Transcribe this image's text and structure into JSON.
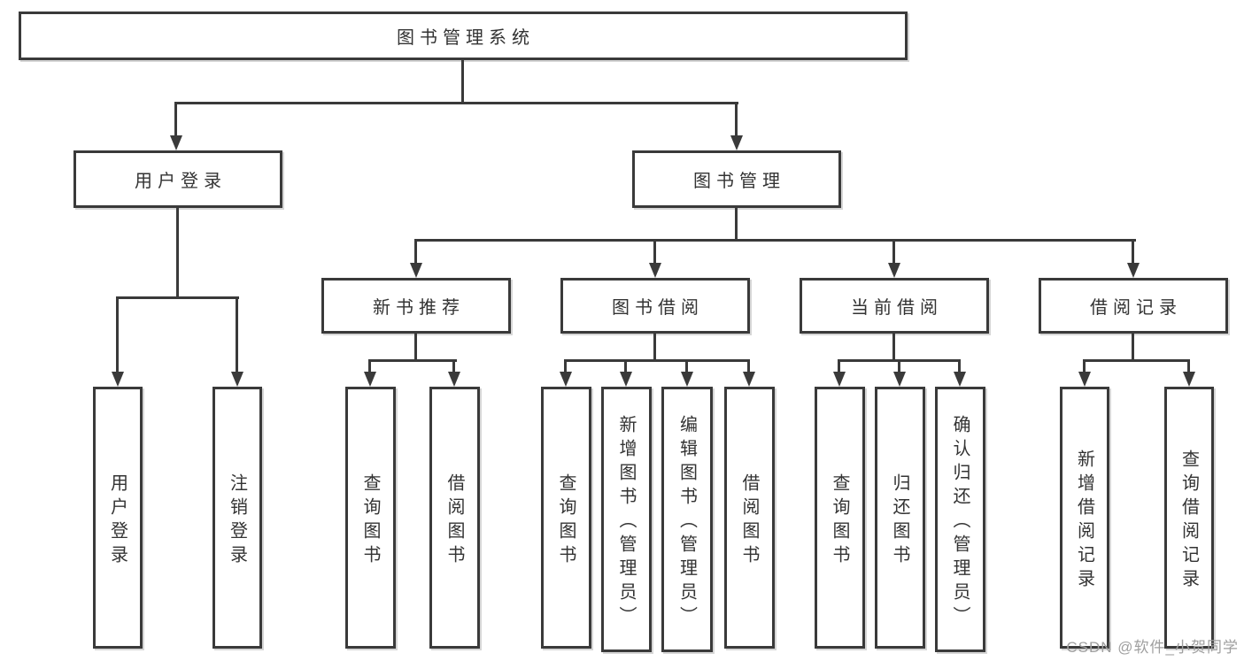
{
  "watermark": "CSDN @软件_小贺同学",
  "colors": {
    "line": "#3a3a3a",
    "text": "#333333",
    "watermark_gray": "#9f9f9f",
    "background": "#ffffff"
  },
  "tree": {
    "root": {
      "label": "图书管理系统"
    },
    "children": [
      {
        "label": "用户登录",
        "children": [
          {
            "label": "用户登录"
          },
          {
            "label": "注销登录"
          }
        ]
      },
      {
        "label": "图书管理",
        "children": [
          {
            "label": "新书推荐",
            "children": [
              {
                "label": "查询图书"
              },
              {
                "label": "借阅图书"
              }
            ]
          },
          {
            "label": "图书借阅",
            "children": [
              {
                "label": "查询图书"
              },
              {
                "label": "新增图书（管理员）"
              },
              {
                "label": "编辑图书（管理员）"
              },
              {
                "label": "借阅图书"
              }
            ]
          },
          {
            "label": "当前借阅",
            "children": [
              {
                "label": "查询图书"
              },
              {
                "label": "归还图书"
              },
              {
                "label": "确认归还（管理员）"
              }
            ]
          },
          {
            "label": "借阅记录",
            "children": [
              {
                "label": "新增借阅记录"
              },
              {
                "label": "查询借阅记录"
              }
            ]
          }
        ]
      }
    ]
  }
}
